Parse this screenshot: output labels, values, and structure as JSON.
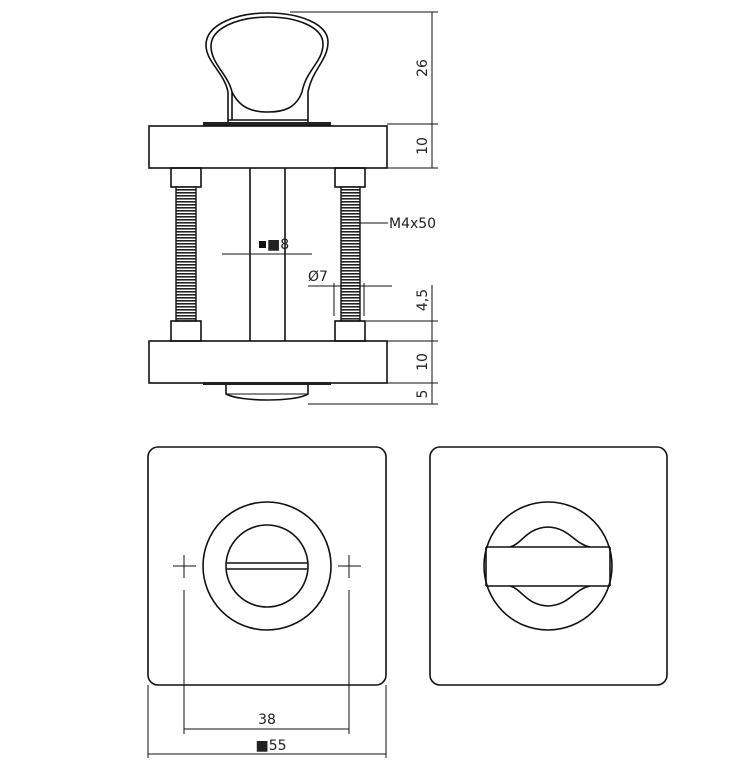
{
  "drawing": {
    "title": "Bathroom turn & release set technical drawing",
    "colors": {
      "line": "#111111",
      "background": "#ffffff"
    },
    "side_view": {
      "dimensions": {
        "knob_height": "26",
        "top_rose_height": "10",
        "screw_offset": "4,5",
        "bottom_rose_height": "10",
        "release_height": "5"
      },
      "labels": {
        "screw": "M4x50",
        "spindle": "■8",
        "screw_hole": "Ø7"
      }
    },
    "front_view": {
      "dimensions": {
        "screw_spacing": "38",
        "rose_size": "■55"
      }
    },
    "back_view": {}
  }
}
